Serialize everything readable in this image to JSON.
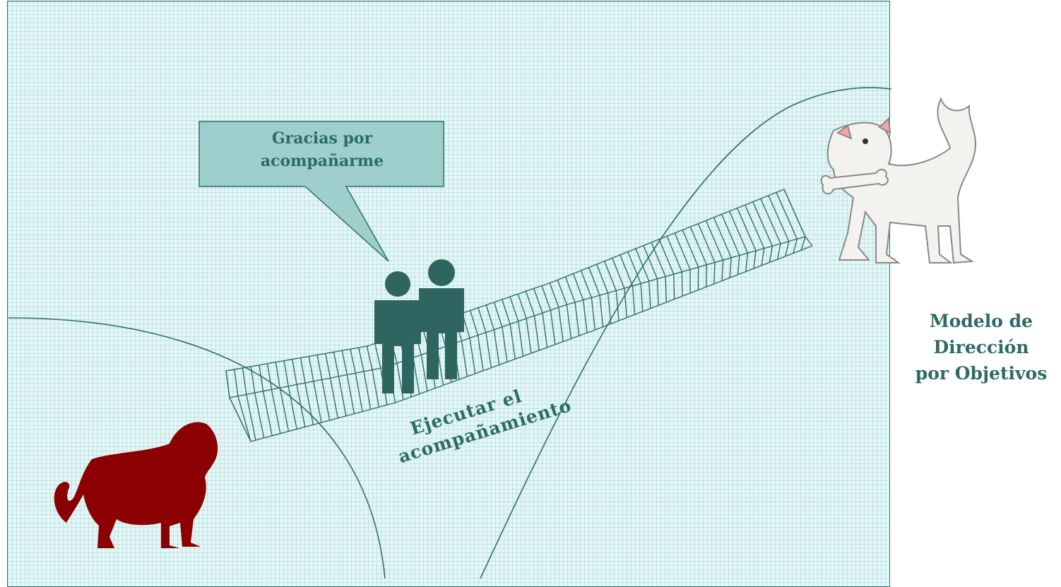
{
  "speech_bubble": {
    "line1": "Gracias por",
    "line2": "acompañarme"
  },
  "step_label": {
    "line1": "Ejecutar el",
    "line2": "acompañamiento"
  },
  "side_title": {
    "line1": "Modelo de",
    "line2": "Dirección",
    "line3": "por Objetivos"
  },
  "colors": {
    "accent": "#2d6b66",
    "bubble_fill": "#9fcfcc",
    "panel_bg": "#e6f6f6",
    "lion": "#8b0000",
    "people": "#2f6560"
  }
}
